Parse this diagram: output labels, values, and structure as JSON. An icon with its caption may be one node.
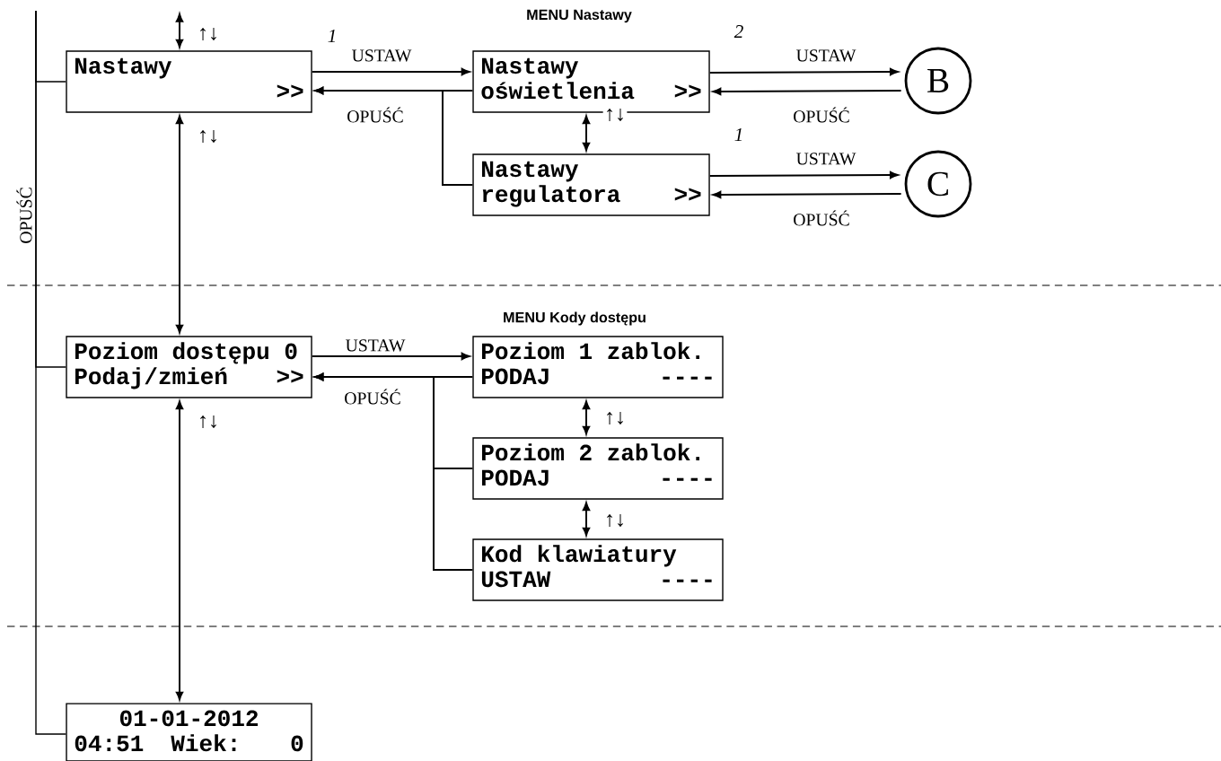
{
  "diagram": {
    "nodes": [
      {
        "text": [
          "Nastawy",
          ">>"
        ]
      },
      {
        "text": [
          "Nastawy",
          "oświetlenia",
          ">>"
        ]
      },
      {
        "text": [
          "B"
        ]
      },
      {
        "text": [
          "Nastawy",
          "regulatora",
          ">>"
        ]
      },
      {
        "text": [
          "C"
        ]
      },
      {
        "text": [
          "Poziom dostępu 0",
          "Podaj/zmień",
          ">>"
        ]
      },
      {
        "text": [
          "Poziom 1 zablok.",
          "PODAJ",
          "----"
        ]
      },
      {
        "text": [
          "Poziom 2 zablok.",
          "PODAJ",
          "----"
        ]
      },
      {
        "text": [
          "Kod klawiatury",
          "USTAW",
          "----"
        ]
      },
      {
        "text": [
          "01-01-2012",
          "04:51",
          "Wiek:",
          "0"
        ]
      }
    ],
    "edges": [
      {
        "from": null,
        "to": 0,
        "arrow": "both",
        "label": "↑↓"
      },
      {
        "from": 0,
        "to": 5,
        "arrow": "both",
        "label": "↑↓"
      },
      {
        "from": 5,
        "to": 9,
        "arrow": "both",
        "label": "↑↓"
      },
      {
        "from": 0,
        "to": null,
        "arrow": "none"
      },
      {
        "from": 5,
        "to": null,
        "arrow": "none",
        "label": "OPUŚĆ"
      },
      {
        "from": 9,
        "to": null,
        "arrow": "none"
      },
      {
        "from": 0,
        "to": 1,
        "arrow": "to",
        "label": "USTAW"
      },
      {
        "from": 1,
        "to": 0,
        "arrow": "to",
        "label": "OPUŚĆ"
      },
      {
        "from": 3,
        "to": 0,
        "arrow": "to"
      },
      {
        "from": 1,
        "to": 3,
        "arrow": "both",
        "label": "↑↓"
      },
      {
        "from": 1,
        "to": 2,
        "arrow": "to",
        "label": "USTAW"
      },
      {
        "from": 2,
        "to": 1,
        "arrow": "to",
        "label": "OPUŚĆ"
      },
      {
        "from": 3,
        "to": 4,
        "arrow": "to",
        "label": "USTAW"
      },
      {
        "from": 4,
        "to": 3,
        "arrow": "to",
        "label": "OPUŚĆ"
      },
      {
        "from": 5,
        "to": 6,
        "arrow": "to",
        "label": "USTAW"
      },
      {
        "from": 6,
        "to": 5,
        "arrow": "to",
        "label": "OPUŚĆ"
      },
      {
        "from": 7,
        "to": 5,
        "arrow": "to"
      },
      {
        "from": 8,
        "to": 5,
        "arrow": "to"
      },
      {
        "from": 6,
        "to": 7,
        "arrow": "both",
        "label": "↑↓"
      },
      {
        "from": 7,
        "to": 8,
        "arrow": "both",
        "label": "↑↓"
      }
    ],
    "labels": [
      "MENU Nastawy",
      "1",
      "2",
      "1",
      "MENU Kody dostępu"
    ]
  }
}
